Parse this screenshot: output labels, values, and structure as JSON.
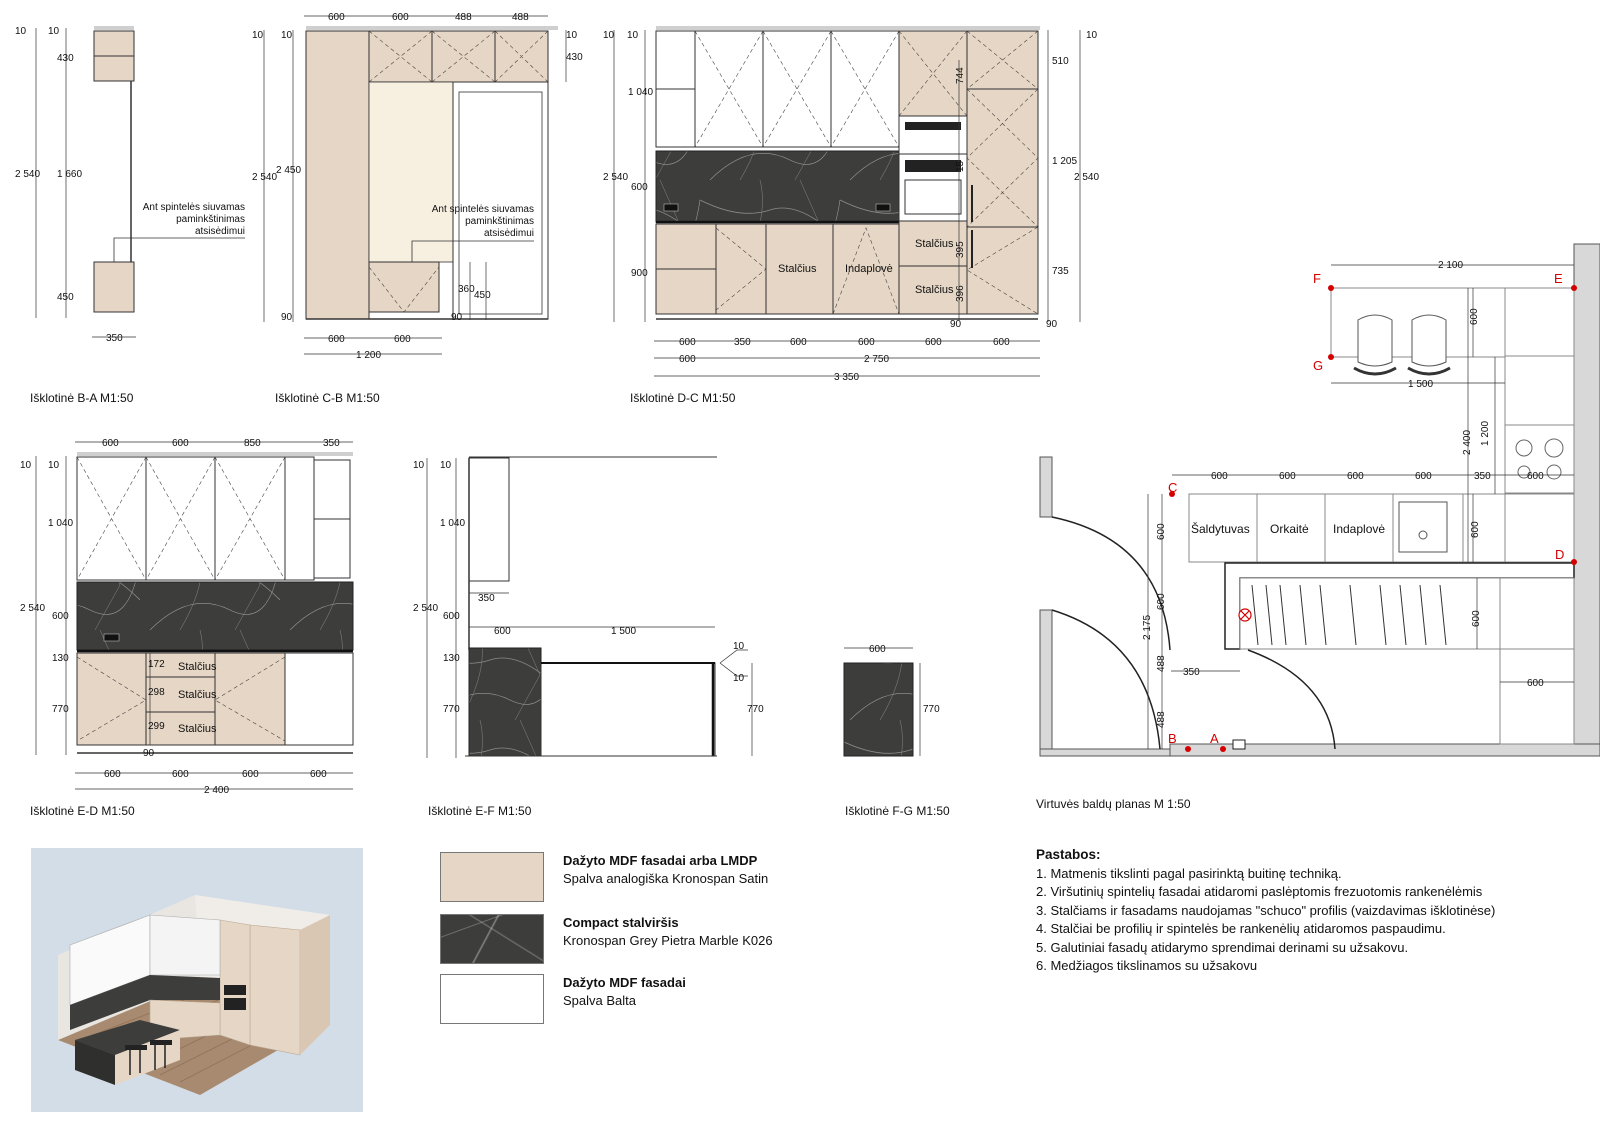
{
  "elevations": {
    "ba": {
      "title": "Išklotinė B-A M1:50",
      "dims_vertical_outer": [
        "10",
        "2 540"
      ],
      "dims_vertical_inner": [
        "10",
        "430",
        "1 660",
        "450"
      ],
      "dim_bottom": "350",
      "note_lines": [
        "Ant spintelės siuvamas",
        "paminkštinimas",
        "atsisėdimui"
      ]
    },
    "cb": {
      "title": "Išklotinė C-B M1:50",
      "dims_top": [
        "600",
        "600",
        "488",
        "488"
      ],
      "dims_left_outer": [
        "10",
        "2 540"
      ],
      "dims_left_inner": [
        "10",
        "2 450",
        "90"
      ],
      "dims_right": [
        "10",
        "430"
      ],
      "dims_bottom_row1": [
        "600",
        "600"
      ],
      "dim_bottom_total": "1 200",
      "dims_inner": [
        "360",
        "450",
        "90"
      ],
      "note_lines": [
        "Ant spintelės siuvamas",
        "paminkštinimas",
        "atsisėdimui"
      ]
    },
    "dc": {
      "title": "Išklotinė D-C M1:50",
      "dims_left_outer": [
        "10",
        "2 540"
      ],
      "dims_left_inner": [
        "10",
        "1 040",
        "600",
        "900"
      ],
      "dims_right_outer": [
        "10",
        "2 540"
      ],
      "dims_right_inner": [
        "510",
        "1 205",
        "735",
        "90"
      ],
      "dims_tall": [
        "744",
        "15",
        "395",
        "396",
        "90"
      ],
      "dims_bottom_row1": [
        "600",
        "350",
        "600",
        "600",
        "600",
        "600"
      ],
      "dims_bottom_row2": [
        "600",
        "2 750"
      ],
      "dim_bottom_total": "3 350",
      "labels": [
        "Stalčius",
        "Indaplovė",
        "Stalčius",
        "Stalčius"
      ]
    },
    "ed": {
      "title": "Išklotinė E-D M1:50",
      "dims_top": [
        "600",
        "600",
        "850",
        "350"
      ],
      "dims_left_outer": [
        "10",
        "2 540"
      ],
      "dims_left_inner": [
        "10",
        "1 040",
        "600",
        "130",
        "770"
      ],
      "dims_drawers": [
        "172",
        "298",
        "299"
      ],
      "drawer_labels": [
        "Stalčius",
        "Stalčius",
        "Stalčius"
      ],
      "dim_plinth": "90",
      "dims_bottom_row1": [
        "600",
        "600",
        "600",
        "600"
      ],
      "dim_bottom_total": "2 400"
    },
    "ef": {
      "title": "Išklotinė E-F M1:50",
      "dims_left_outer": [
        "10",
        "2 540"
      ],
      "dims_left_inner": [
        "10",
        "1 040",
        "600",
        "130",
        "770"
      ],
      "dim_depth": "350",
      "dims_top": [
        "600",
        "1 500"
      ],
      "dims_right": [
        "10",
        "10",
        "770"
      ]
    },
    "fg": {
      "title": "Išklotinė F-G M1:50",
      "dim_top": "600",
      "dim_right": "770"
    }
  },
  "plan": {
    "title": "Virtuvės baldų planas M 1:50",
    "points": [
      "F",
      "E",
      "G",
      "C",
      "D",
      "B",
      "A"
    ],
    "dims": {
      "top": "2 100",
      "island_width": "1 500",
      "island_depth": "600",
      "right_2400": "2 400",
      "right_1200": "1 200",
      "row": [
        "600",
        "600",
        "600",
        "600",
        "350",
        "600"
      ],
      "left_600": "600",
      "left_600b": "600",
      "left_2175": "2 175",
      "left_488a": "488",
      "left_488b": "488",
      "dim_350": "350",
      "mid_600": "600",
      "right_600a": "600",
      "right_600b": "600"
    },
    "appliances": [
      "Šaldytuvas",
      "Orkaitė",
      "Indaplovė"
    ]
  },
  "legend": [
    {
      "title": "Dažyto MDF fasadai arba LMDP",
      "desc": "Spalva analogiška Kronospan Satin",
      "color": "#e6d6c5"
    },
    {
      "title": "Compact stalviršis",
      "desc": "Kronospan Grey Pietra Marble K026",
      "color": "#3d3d3b"
    },
    {
      "title": "Dažyto MDF fasadai",
      "desc": "Spalva Balta",
      "color": "#ffffff"
    }
  ],
  "notes": {
    "title": "Pastabos:",
    "items": [
      "1. Matmenis tikslinti pagal pasirinktą buitinę techniką.",
      "2. Viršutinių spintelių fasadai atidaromi paslėptomis frezuotomis rankenėlėmis",
      "3. Stalčiams ir fasadams naudojamas \"schuco\" profilis (vaizdavimas išklotinėse)",
      "4. Stalčiai be profilių ir spintelės be rankenėlių atidaromos paspaudimu.",
      "5. Galutiniai fasadų atidarymo sprendimai derinami su užsakovu.",
      "6. Medžiagos tikslinamos su užsakovu"
    ]
  },
  "colors": {
    "beige": "#e6d6c5",
    "marble": "#3d3d3b",
    "white": "#ffffff",
    "marker": "#d40000",
    "wall": "#d8d8d8"
  }
}
